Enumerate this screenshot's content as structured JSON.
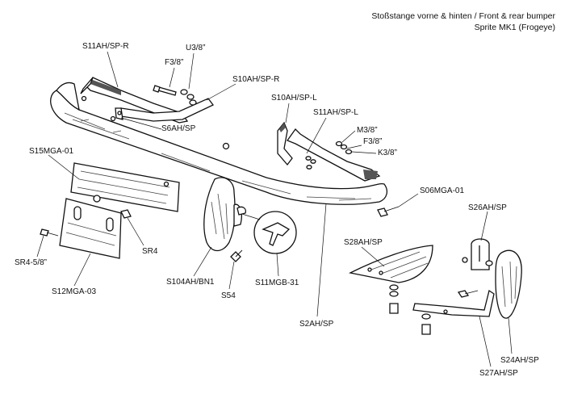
{
  "title": {
    "line1": "Stoßstange vorne & hinten / Front & rear bumper",
    "line2": "Sprite MK1 (Frogeye)"
  },
  "labels": {
    "s11ah_sp_r": "S11AH/SP-R",
    "u38": "U3/8”",
    "f38_top": "F3/8”",
    "s10ah_sp_r": "S10AH/SP-R",
    "s10ah_sp_l": "S10AH/SP-L",
    "s11ah_sp_l": "S11AH/SP-L",
    "m38": "M3/8”",
    "f38_right": "F3/8”",
    "k38": "K3/8”",
    "s6ah_sp": "S6AH/SP",
    "s15mga_01": "S15MGA-01",
    "s06mga_01": "S06MGA-01",
    "s26ah_sp": "S26AH/SP",
    "s28ah_sp": "S28AH/SP",
    "sr4": "SR4",
    "sr4_58": "SR4-5/8”",
    "s12mga_03": "S12MGA-03",
    "s104ah_bn1": "S104AH/BN1",
    "s54": "S54",
    "s11mgb_31": "S11MGB-31",
    "s2ah_sp": "S2AH/SP",
    "s24ah_sp": "S24AH/SP",
    "s27ah_sp": "S27AH/SP"
  }
}
